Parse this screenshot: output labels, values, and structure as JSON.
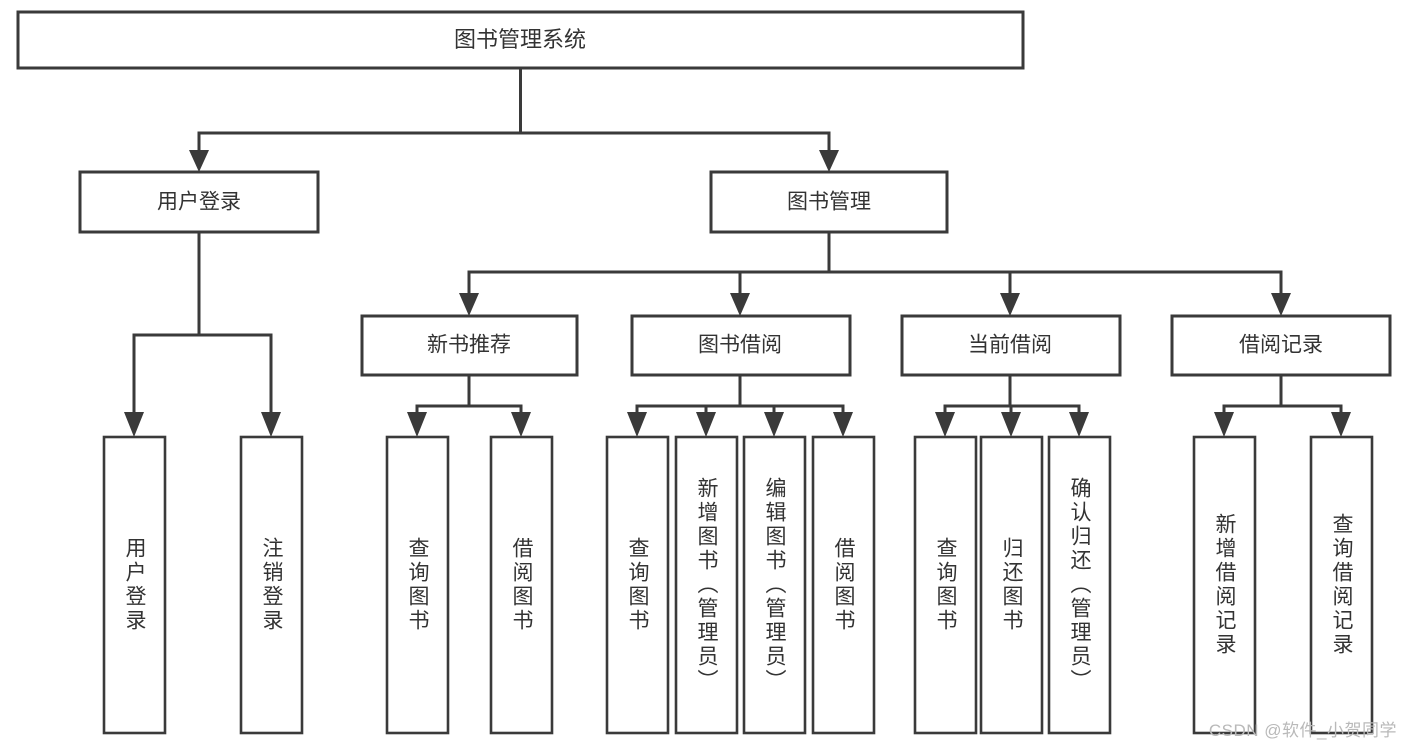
{
  "diagram": {
    "title": "图书管理系统",
    "type": "tree-hierarchy-chart",
    "root": {
      "id": "root",
      "label": "图书管理系统"
    },
    "level1": [
      {
        "id": "user-login",
        "label": "用户登录"
      },
      {
        "id": "book-management",
        "label": "图书管理"
      }
    ],
    "level2": [
      {
        "id": "new-book-recommend",
        "label": "新书推荐",
        "parent": "book-management"
      },
      {
        "id": "book-borrow",
        "label": "图书借阅",
        "parent": "book-management"
      },
      {
        "id": "current-borrow",
        "label": "当前借阅",
        "parent": "book-management"
      },
      {
        "id": "borrow-record",
        "label": "借阅记录",
        "parent": "book-management"
      }
    ],
    "leaves": {
      "user_login": [
        {
          "id": "leaf-user-login",
          "label": "用户登录"
        },
        {
          "id": "leaf-user-logout",
          "label": "注销登录"
        }
      ],
      "new_book_recommend": [
        {
          "id": "leaf-query-book-1",
          "label": "查询图书"
        },
        {
          "id": "leaf-borrow-book-1",
          "label": "借阅图书"
        }
      ],
      "book_borrow": [
        {
          "id": "leaf-query-book-2",
          "label": "查询图书"
        },
        {
          "id": "leaf-add-book",
          "label": "新增图书（管理员）"
        },
        {
          "id": "leaf-edit-book",
          "label": "编辑图书（管理员）"
        },
        {
          "id": "leaf-borrow-book-2",
          "label": "借阅图书"
        }
      ],
      "current_borrow": [
        {
          "id": "leaf-query-book-3",
          "label": "查询图书"
        },
        {
          "id": "leaf-return-book",
          "label": "归还图书"
        },
        {
          "id": "leaf-confirm-return",
          "label": "确认归还（管理员）"
        }
      ],
      "borrow_record": [
        {
          "id": "leaf-add-record",
          "label": "新增借阅记录"
        },
        {
          "id": "leaf-query-record",
          "label": "查询借阅记录"
        }
      ]
    }
  },
  "watermark": {
    "text": "CSDN @软件_小贺同学"
  },
  "colors": {
    "background": "#ffffff",
    "box_fill": "#ffffff",
    "box_stroke": "#3a3a3a",
    "line": "#3a3a3a",
    "text": "#333333",
    "watermark": "#b9b9b9"
  }
}
